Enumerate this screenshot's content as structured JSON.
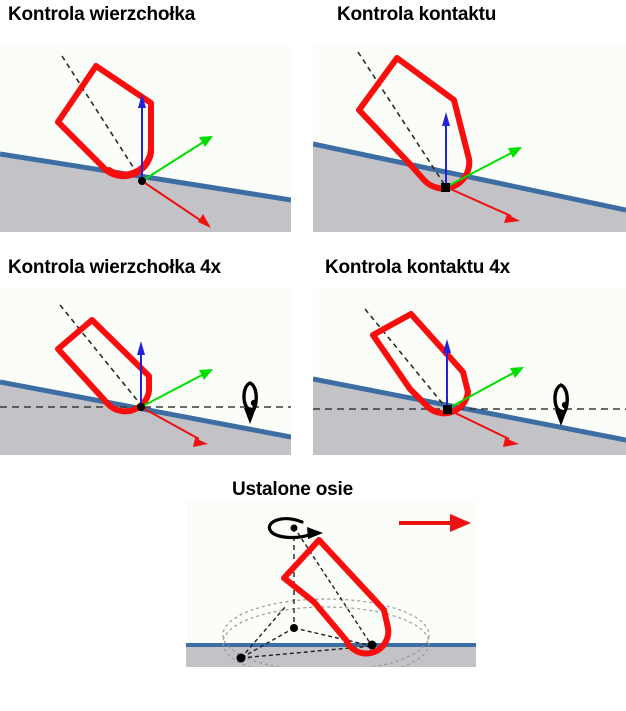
{
  "figure": {
    "title_row1_left": "Kontrola wierzchołka",
    "title_row1_right": "Kontrola kontaktu",
    "title_row2_left": "Kontrola wierzchołka 4x",
    "title_row2_right": "Kontrola kontaktu 4x",
    "title_row3_center": "Ustalone osie",
    "language": "pl"
  },
  "colors": {
    "tool_outline": "#f90d0d",
    "ground_fill": "#c2c2c7",
    "surface_line": "#3d6ea3",
    "normal_arrow": "#2222dd",
    "tangent_arrow": "#00e000",
    "feed_arrow": "#ee1111",
    "axis_dash": "#333333",
    "panel_background": "#fbfdf8",
    "page_background": "#ffffff",
    "title_text": "#000000",
    "cone_dash": "#909090"
  },
  "panels": [
    {
      "id": "vertex-control",
      "label": "Kontrola wierzchołka",
      "row": 1,
      "column": "left",
      "elements": [
        "tool-body",
        "tool-axis-dashed",
        "ground-slope",
        "normal-arrow",
        "tangent-arrow",
        "feed-arrow",
        "contact-point"
      ]
    },
    {
      "id": "contact-control",
      "label": "Kontrola kontaktu",
      "row": 1,
      "column": "right",
      "elements": [
        "tool-body",
        "tool-axis-dashed",
        "ground-slope",
        "normal-arrow",
        "tangent-arrow",
        "feed-arrow",
        "contact-point"
      ]
    },
    {
      "id": "vertex-control-4x",
      "label": "Kontrola wierzchołka 4x",
      "row": 2,
      "column": "left",
      "elements": [
        "tool-body",
        "tool-axis-dashed",
        "ground-slope",
        "normal-arrow",
        "tangent-arrow",
        "feed-arrow",
        "contact-point",
        "horizontal-axis-dashed",
        "rotation-symbol"
      ]
    },
    {
      "id": "contact-control-4x",
      "label": "Kontrola kontaktu 4x",
      "row": 2,
      "column": "right",
      "elements": [
        "tool-body",
        "tool-axis-dashed",
        "ground-slope",
        "normal-arrow",
        "tangent-arrow",
        "feed-arrow",
        "contact-point",
        "horizontal-axis-dashed",
        "rotation-symbol"
      ]
    },
    {
      "id": "fixed-axes",
      "label": "Ustalone osie",
      "row": 3,
      "column": "center",
      "elements": [
        "tool-body",
        "tool-axis-dashed",
        "flat-ground",
        "cone-ellipse-upper",
        "cone-ellipse-lower",
        "tripod-dashed",
        "spin-symbol",
        "travel-arrow"
      ]
    }
  ],
  "icons": {
    "rotation_symbol": "rotation-loop-arrow",
    "spin_symbol": "spin-ellipse-arrow",
    "travel_arrow": "red-right-arrow"
  },
  "chart_data": {
    "type": "diagram",
    "title": "Strategie kontroli orientacji narzędzia",
    "panel_count": 5,
    "panels": [
      {
        "name": "Kontrola wierzchołka",
        "slope_deg": 14,
        "tool_tilt_deg": 38
      },
      {
        "name": "Kontrola kontaktu",
        "slope_deg": 14,
        "tool_tilt_deg": 38
      },
      {
        "name": "Kontrola wierzchołka 4x",
        "slope_deg": 14,
        "tool_tilt_deg": 38
      },
      {
        "name": "Kontrola kontaktu 4x",
        "slope_deg": 14,
        "tool_tilt_deg": 38
      },
      {
        "name": "Ustalone osie",
        "slope_deg": 0,
        "tool_tilt_deg": 35
      }
    ]
  }
}
